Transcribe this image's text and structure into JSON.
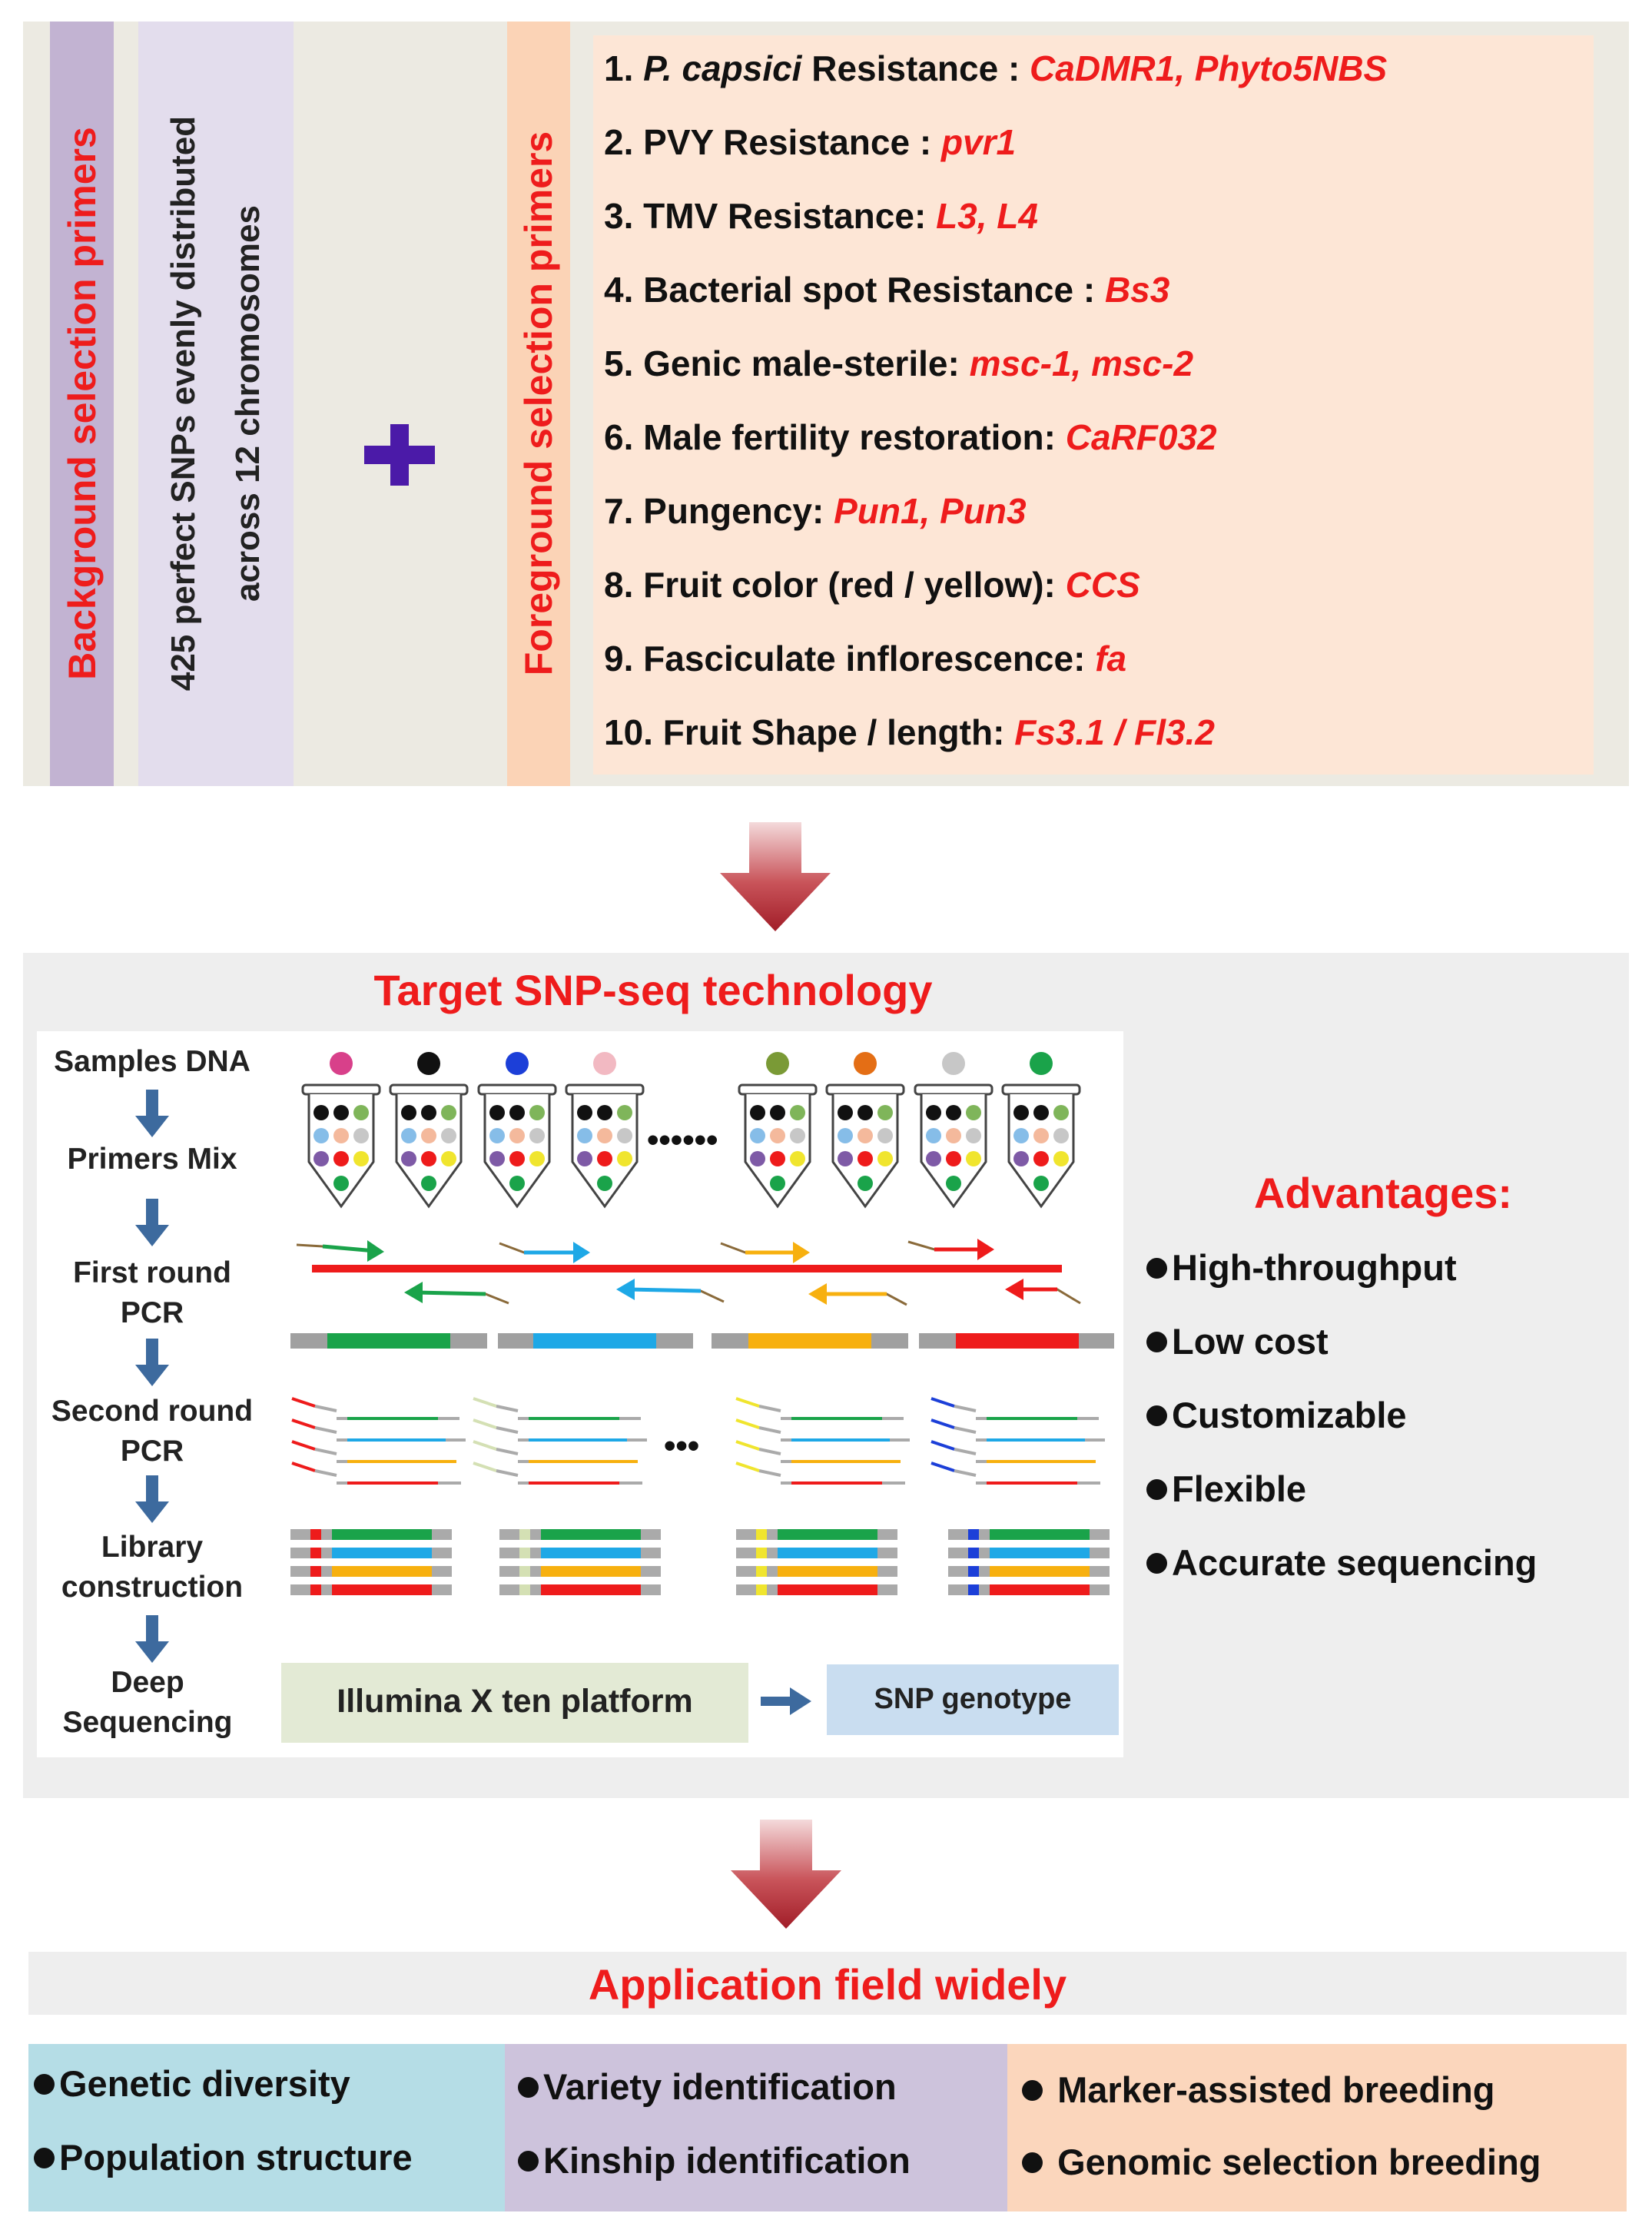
{
  "top_panel": {
    "background_label": "Background selection primers",
    "snp_desc_line1": "425 perfect SNPs evenly distributed",
    "snp_desc_line2": "across 12 chromosomes",
    "foreground_label": "Foreground selection primers",
    "items": [
      {
        "prefix": "1. ",
        "italic_prefix": "P. capsici",
        "text": " Resistance : ",
        "genes": "CaDMR1, Phyto5NBS"
      },
      {
        "prefix": "2. ",
        "italic_prefix": "",
        "text": "PVY Resistance  : ",
        "genes": "pvr1"
      },
      {
        "prefix": "3. ",
        "italic_prefix": "",
        "text": "TMV Resistance: ",
        "genes": "L3, L4"
      },
      {
        "prefix": "4. ",
        "italic_prefix": "",
        "text": "Bacterial spot Resistance : ",
        "genes": "Bs3"
      },
      {
        "prefix": "5. ",
        "italic_prefix": "",
        "text": "Genic male-sterile: ",
        "genes": "msc-1, msc-2"
      },
      {
        "prefix": "6. ",
        "italic_prefix": "",
        "text": "Male fertility restoration: ",
        "genes": "CaRF032"
      },
      {
        "prefix": "7. ",
        "italic_prefix": "",
        "text": "Pungency: ",
        "genes": "Pun1, Pun3"
      },
      {
        "prefix": "8. ",
        "italic_prefix": "",
        "text": "Fruit color (red / yellow): ",
        "genes": "CCS"
      },
      {
        "prefix": "9. ",
        "italic_prefix": "",
        "text": "Fasciculate inflorescence: ",
        "genes": "fa"
      },
      {
        "prefix": "10. ",
        "italic_prefix": "",
        "text": "Fruit Shape / length: ",
        "genes": "Fs3.1 / Fl3.2"
      }
    ]
  },
  "middle_panel": {
    "title": "Target SNP-seq technology",
    "steps": [
      "Samples DNA",
      "Primers Mix",
      "First round\nPCR",
      "Second round\nPCR",
      "Library\nconstruction",
      "Deep\nSequencing"
    ],
    "dots_label": "••••••",
    "ellipsis_label": "•••",
    "platform_label": "Illumina X ten platform",
    "genotype_label": "SNP genotype",
    "advantages_title": "Advantages:",
    "advantages": [
      "High-throughput",
      "Low cost",
      "Customizable",
      "Flexible",
      "Accurate sequencing"
    ]
  },
  "bottom_panel": {
    "title": "Application field widely",
    "col1": [
      "Genetic diversity",
      "Population structure"
    ],
    "col2": [
      "Variety identification",
      "Kinship identification"
    ],
    "col3": [
      "Marker-assisted breeding",
      "Genomic selection breeding"
    ]
  },
  "colors": {
    "title_red": "#ee1c1c",
    "panel_bg": "#eeeeee",
    "top_bg": "#eceae2",
    "purple_strip": "#c2b3d2",
    "lavender_strip": "#e3dded",
    "peach_strip": "#fbd3b6",
    "peach_box": "#fde6d6",
    "plus": "#4b1aa8",
    "arrow_dark": "#b3252f",
    "app_blue": "#b5dde6",
    "app_purple": "#cdc3dc",
    "app_peach": "#fbd6bc",
    "green": "#1aa34a",
    "blue": "#1ea8e6",
    "orange": "#f7b00f",
    "red": "#ee1b1b"
  }
}
